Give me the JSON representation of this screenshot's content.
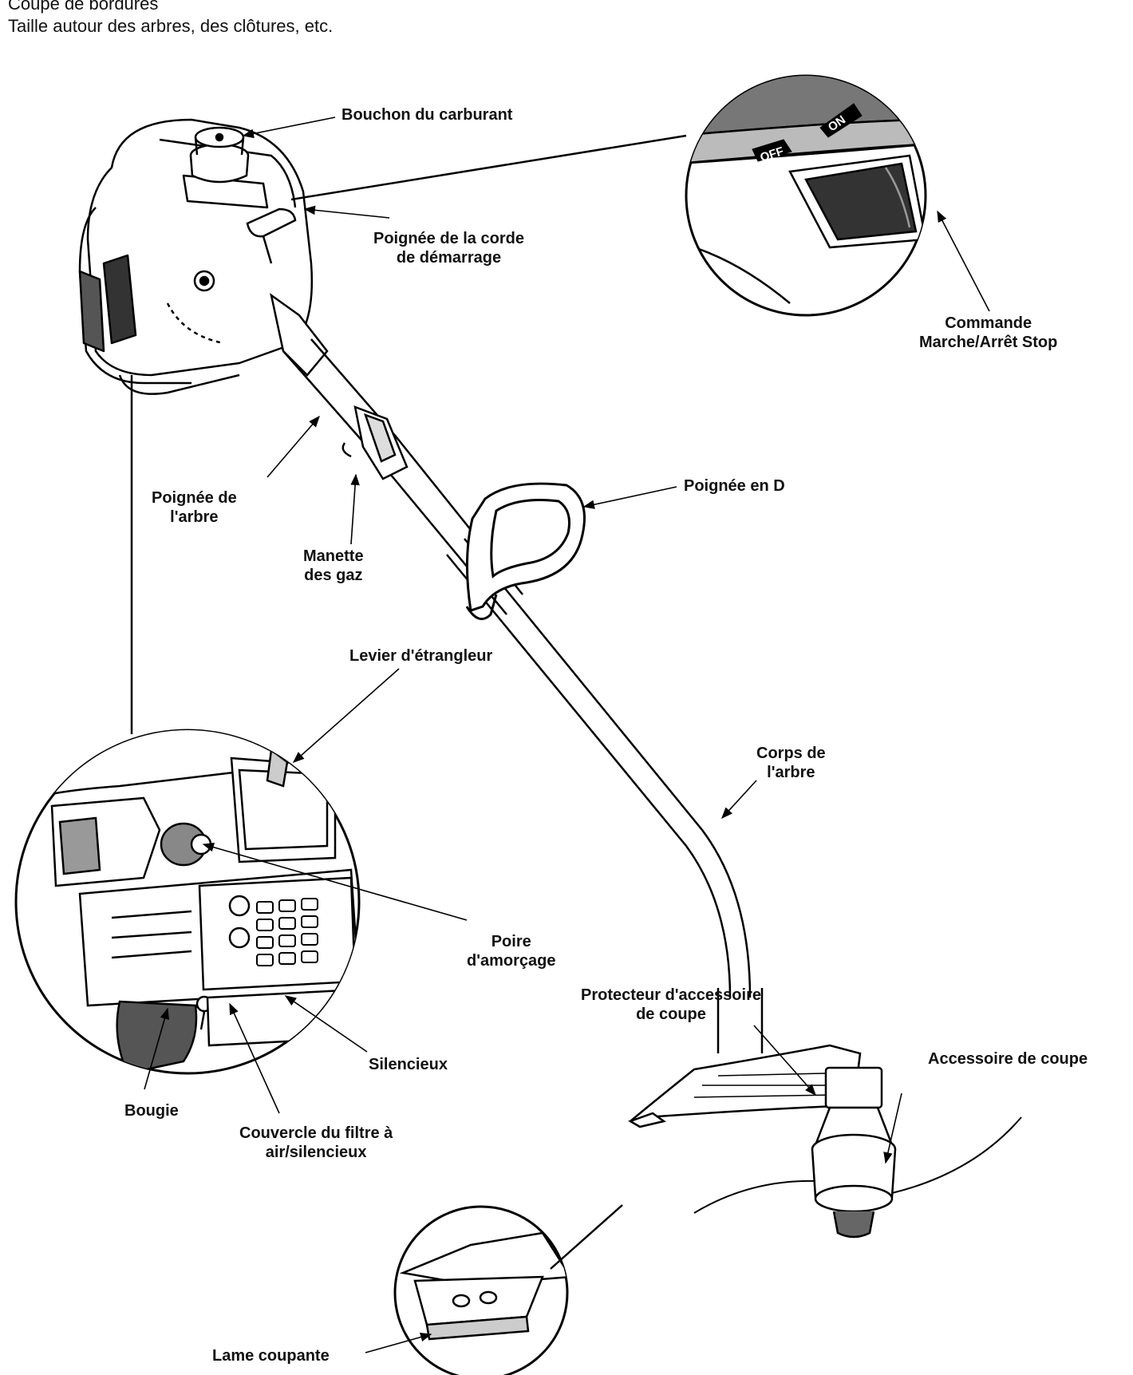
{
  "intro": [
    "Coupe de bordures",
    "Taille autour des arbres, des clôtures, etc."
  ],
  "labels": {
    "fuel_cap": [
      "Bouchon du carburant"
    ],
    "starter_handle": [
      "Poignée de la corde",
      "de démarrage"
    ],
    "stop_switch": [
      "Commande",
      "Marche/Arrêt Stop"
    ],
    "switch_off": "OFF",
    "switch_on": "ON",
    "shaft_handle": [
      "Poignée de",
      "l'arbre"
    ],
    "throttle": [
      "Manette",
      "des gaz"
    ],
    "d_handle": [
      "Poignée en D"
    ],
    "choke": [
      "Levier d'étrangleur"
    ],
    "shaft_body": [
      "Corps de",
      "l'arbre"
    ],
    "primer": [
      "Poire",
      "d'amorçage"
    ],
    "guard": [
      "Protecteur d'accessoire",
      "de coupe"
    ],
    "cutting_attachment": [
      "Accessoire de coupe"
    ],
    "muffler": [
      "Silencieux"
    ],
    "spark_plug": [
      "Bougie"
    ],
    "air_filter_cover": [
      "Couvercle du filtre à",
      "air/silencieux"
    ],
    "cutting_blade": [
      "Lame coupante"
    ]
  }
}
